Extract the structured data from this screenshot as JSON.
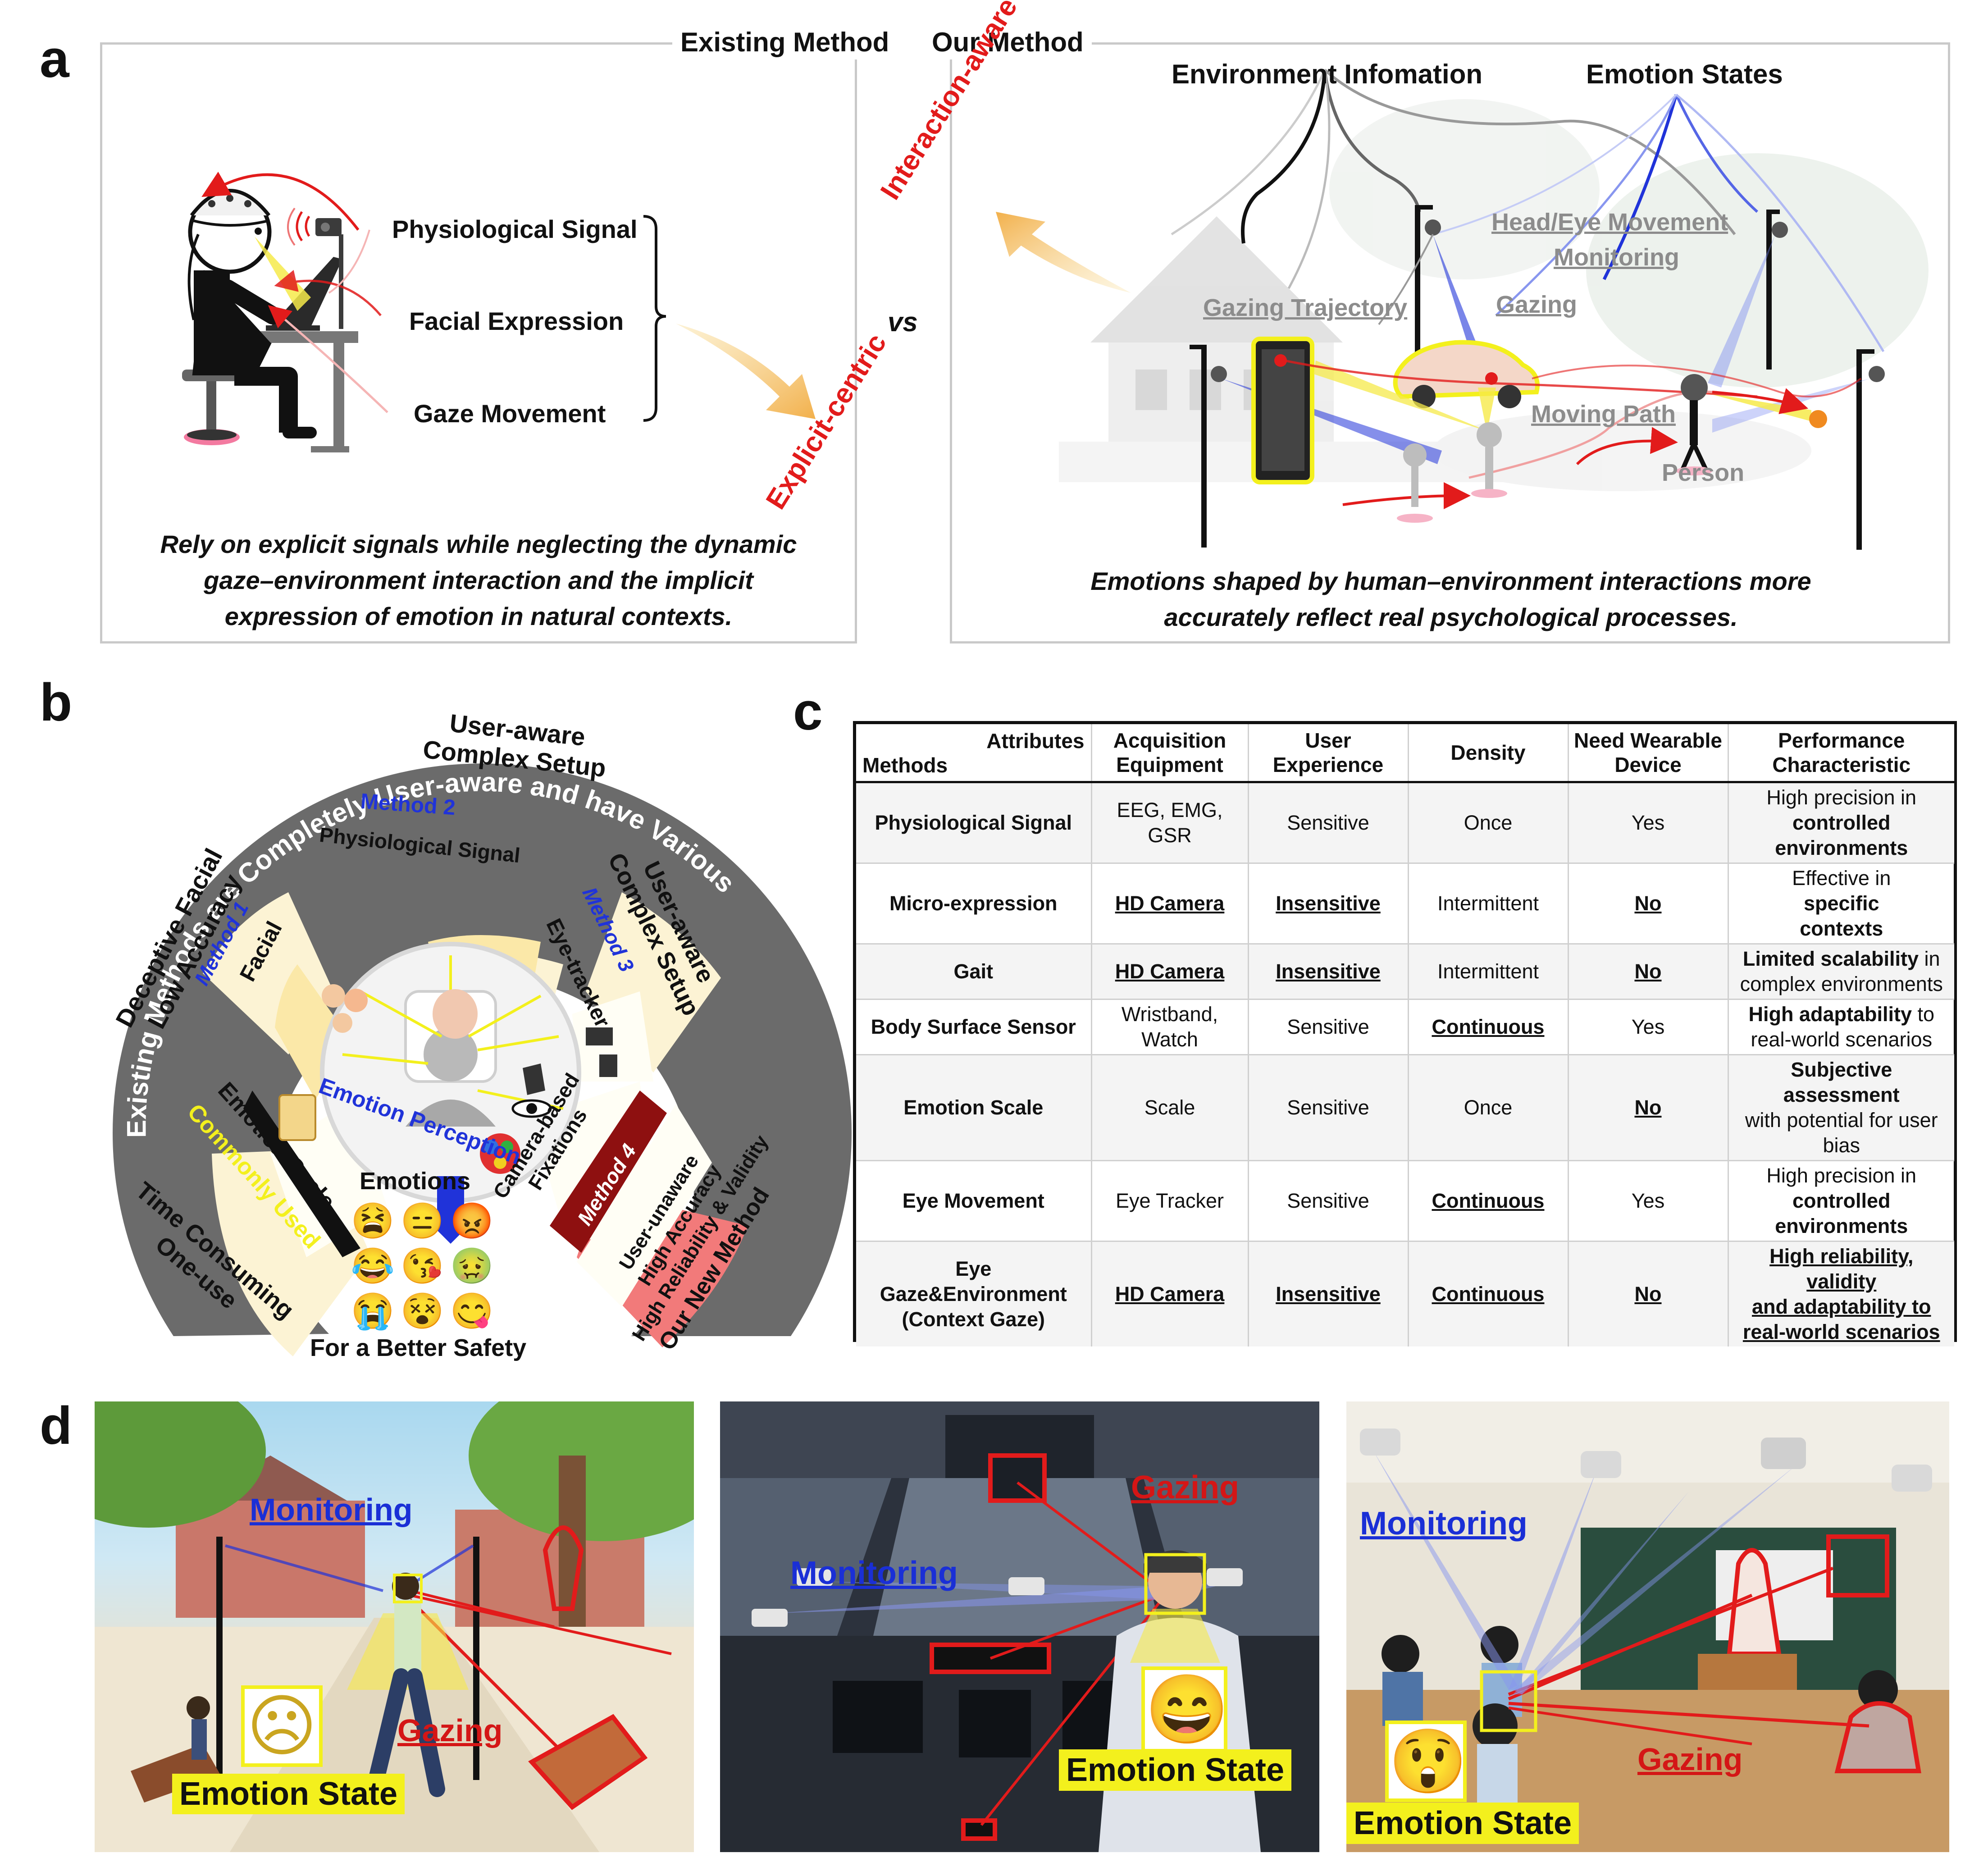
{
  "panels": {
    "a": "a",
    "b": "b",
    "c": "c",
    "d": "d"
  },
  "panel_a": {
    "existing_tag": "Existing Method",
    "our_tag": "Our Method",
    "signals": [
      "Physiological Signal",
      "Facial Expression",
      "Gaze Movement"
    ],
    "vs": "vs",
    "interaction_aware": "Interaction-aware",
    "explicit_centric": "Explicit-centric",
    "env_info": "Environment Infomation",
    "emotion_states": "Emotion States",
    "head_eye_1": "Head/Eye Movement",
    "head_eye_2": "Monitoring",
    "gazing_trajectory": "Gazing Trajectory",
    "gazing": "Gazing",
    "moving_path": "Moving Path",
    "person": "Person",
    "left_caption": [
      "Rely on explicit signals while neglecting the dynamic",
      "gaze–environment interaction and the implicit",
      "expression of emotion in natural contexts."
    ],
    "right_caption": [
      "Emotions shaped by human–environment interactions more",
      "accurately reflect real psychological processes."
    ]
  },
  "panel_b": {
    "arc_title": "Existing Methods are Completely User-aware and have Various Limitations",
    "m1_limit": [
      "Deceptive Facial",
      "Low Accuracy"
    ],
    "m1_label": "Method 1",
    "m1_name": "Facial",
    "m2_limit": [
      "User-aware",
      "Complex Setup"
    ],
    "m2_label": "Method 2",
    "m2_name": "Physiological Signal",
    "m3_limit": [
      "User-aware",
      "Complex Setup"
    ],
    "m3_label": "Method 3",
    "m3_name": "Eye-tracker",
    "scale_limit": [
      "Time Consuming",
      "One-use"
    ],
    "scale_common": "Commonly Used",
    "scale_name": "Emotion Scale",
    "m4_name": [
      "Camera-based",
      "Fixations"
    ],
    "m4_label": "Method 4",
    "m4_adv": [
      "User-unaware",
      "High Accuracy",
      "High Reliability & Validity"
    ],
    "new_method": "Our New Method",
    "center": "Emotion Perception",
    "emotions": "Emotions",
    "safety": "For a Better Safety",
    "emoji_faces": [
      "😫",
      "😑",
      "😡",
      "😂",
      "😘",
      "🤢",
      "😭",
      "😵",
      "😋"
    ]
  },
  "panel_c": {
    "header": {
      "methods": "Methods",
      "attributes": "Attributes",
      "acq": [
        "Acquisition",
        "Equipment"
      ],
      "ux": "User Experience",
      "density": "Density",
      "wear": [
        "Need Wearable",
        "Device"
      ],
      "perf": [
        "Performance",
        "Characteristic"
      ]
    },
    "rows": [
      {
        "method": "Physiological Signal",
        "acq": "EEG, EMG, GSR",
        "acq_u": false,
        "ux": "Sensitive",
        "ux_u": false,
        "density": "Once",
        "den_u": false,
        "wear": "Yes",
        "wear_u": false,
        "perf": [
          [
            "High precision in",
            ""
          ],
          [
            "controlled",
            "b"
          ],
          [
            "environments",
            "b"
          ]
        ]
      },
      {
        "method": "Micro-expression",
        "acq": "HD Camera",
        "acq_u": true,
        "ux": "Insensitive",
        "ux_u": true,
        "density": "Intermittent",
        "den_u": false,
        "wear": "No",
        "wear_u": true,
        "perf": [
          [
            "Effective in ",
            ""
          ],
          [
            "specific",
            "b"
          ],
          [
            "contexts",
            "b"
          ]
        ]
      },
      {
        "method": "Gait",
        "acq": "HD Camera",
        "acq_u": true,
        "ux": "Insensitive",
        "ux_u": true,
        "density": "Intermittent",
        "den_u": false,
        "wear": "No",
        "wear_u": true,
        "perf": [
          [
            "Limited scalability",
            "b"
          ],
          [
            " in",
            ""
          ],
          [
            "complex environments",
            ""
          ]
        ]
      },
      {
        "method": "Body Surface Sensor",
        "acq": "Wristband, Watch",
        "acq_u": false,
        "ux": "Sensitive",
        "ux_u": false,
        "density": "Continuous",
        "den_u": true,
        "wear": "Yes",
        "wear_u": false,
        "perf": [
          [
            "High adaptability",
            "b"
          ],
          [
            " to",
            ""
          ],
          [
            "real-world scenarios",
            ""
          ]
        ]
      },
      {
        "method": "Emotion Scale",
        "acq": "Scale",
        "acq_u": false,
        "ux": "Sensitive",
        "ux_u": false,
        "density": "Once",
        "den_u": false,
        "wear": "No",
        "wear_u": true,
        "perf": [
          [
            "Subjective assessment",
            "b"
          ],
          [
            "with potential for user",
            ""
          ],
          [
            "bias",
            ""
          ]
        ]
      },
      {
        "method": "Eye Movement",
        "acq": "Eye Tracker",
        "acq_u": false,
        "ux": "Sensitive",
        "ux_u": false,
        "density": "Continuous",
        "den_u": true,
        "wear": "Yes",
        "wear_u": false,
        "perf": [
          [
            "High precision in",
            ""
          ],
          [
            "controlled",
            "b"
          ],
          [
            "environments",
            "b"
          ]
        ]
      },
      {
        "method": "Eye Gaze&Environment (Context Gaze)",
        "acq": "HD Camera",
        "acq_u": true,
        "ux": "Insensitive",
        "ux_u": true,
        "density": "Continuous",
        "den_u": true,
        "wear": "No",
        "wear_u": true,
        "perf": [
          [
            "High reliability, validity",
            "u"
          ],
          [
            "and adaptability to",
            "u"
          ],
          [
            "real-world scenarios",
            "u"
          ]
        ]
      }
    ]
  },
  "panel_d": {
    "monitoring": "Monitoring",
    "gazing": "Gazing",
    "emotion_state": "Emotion State",
    "faces": [
      "☹",
      "😄",
      "😲"
    ]
  },
  "colors": {
    "red": "#e21b1b",
    "blue": "#2033d9",
    "yellow": "#f3f01d",
    "gray": "#6e6e6e",
    "cream": "#fcf3d4",
    "darkred": "#8e1010",
    "pink": "#f27a7a"
  }
}
